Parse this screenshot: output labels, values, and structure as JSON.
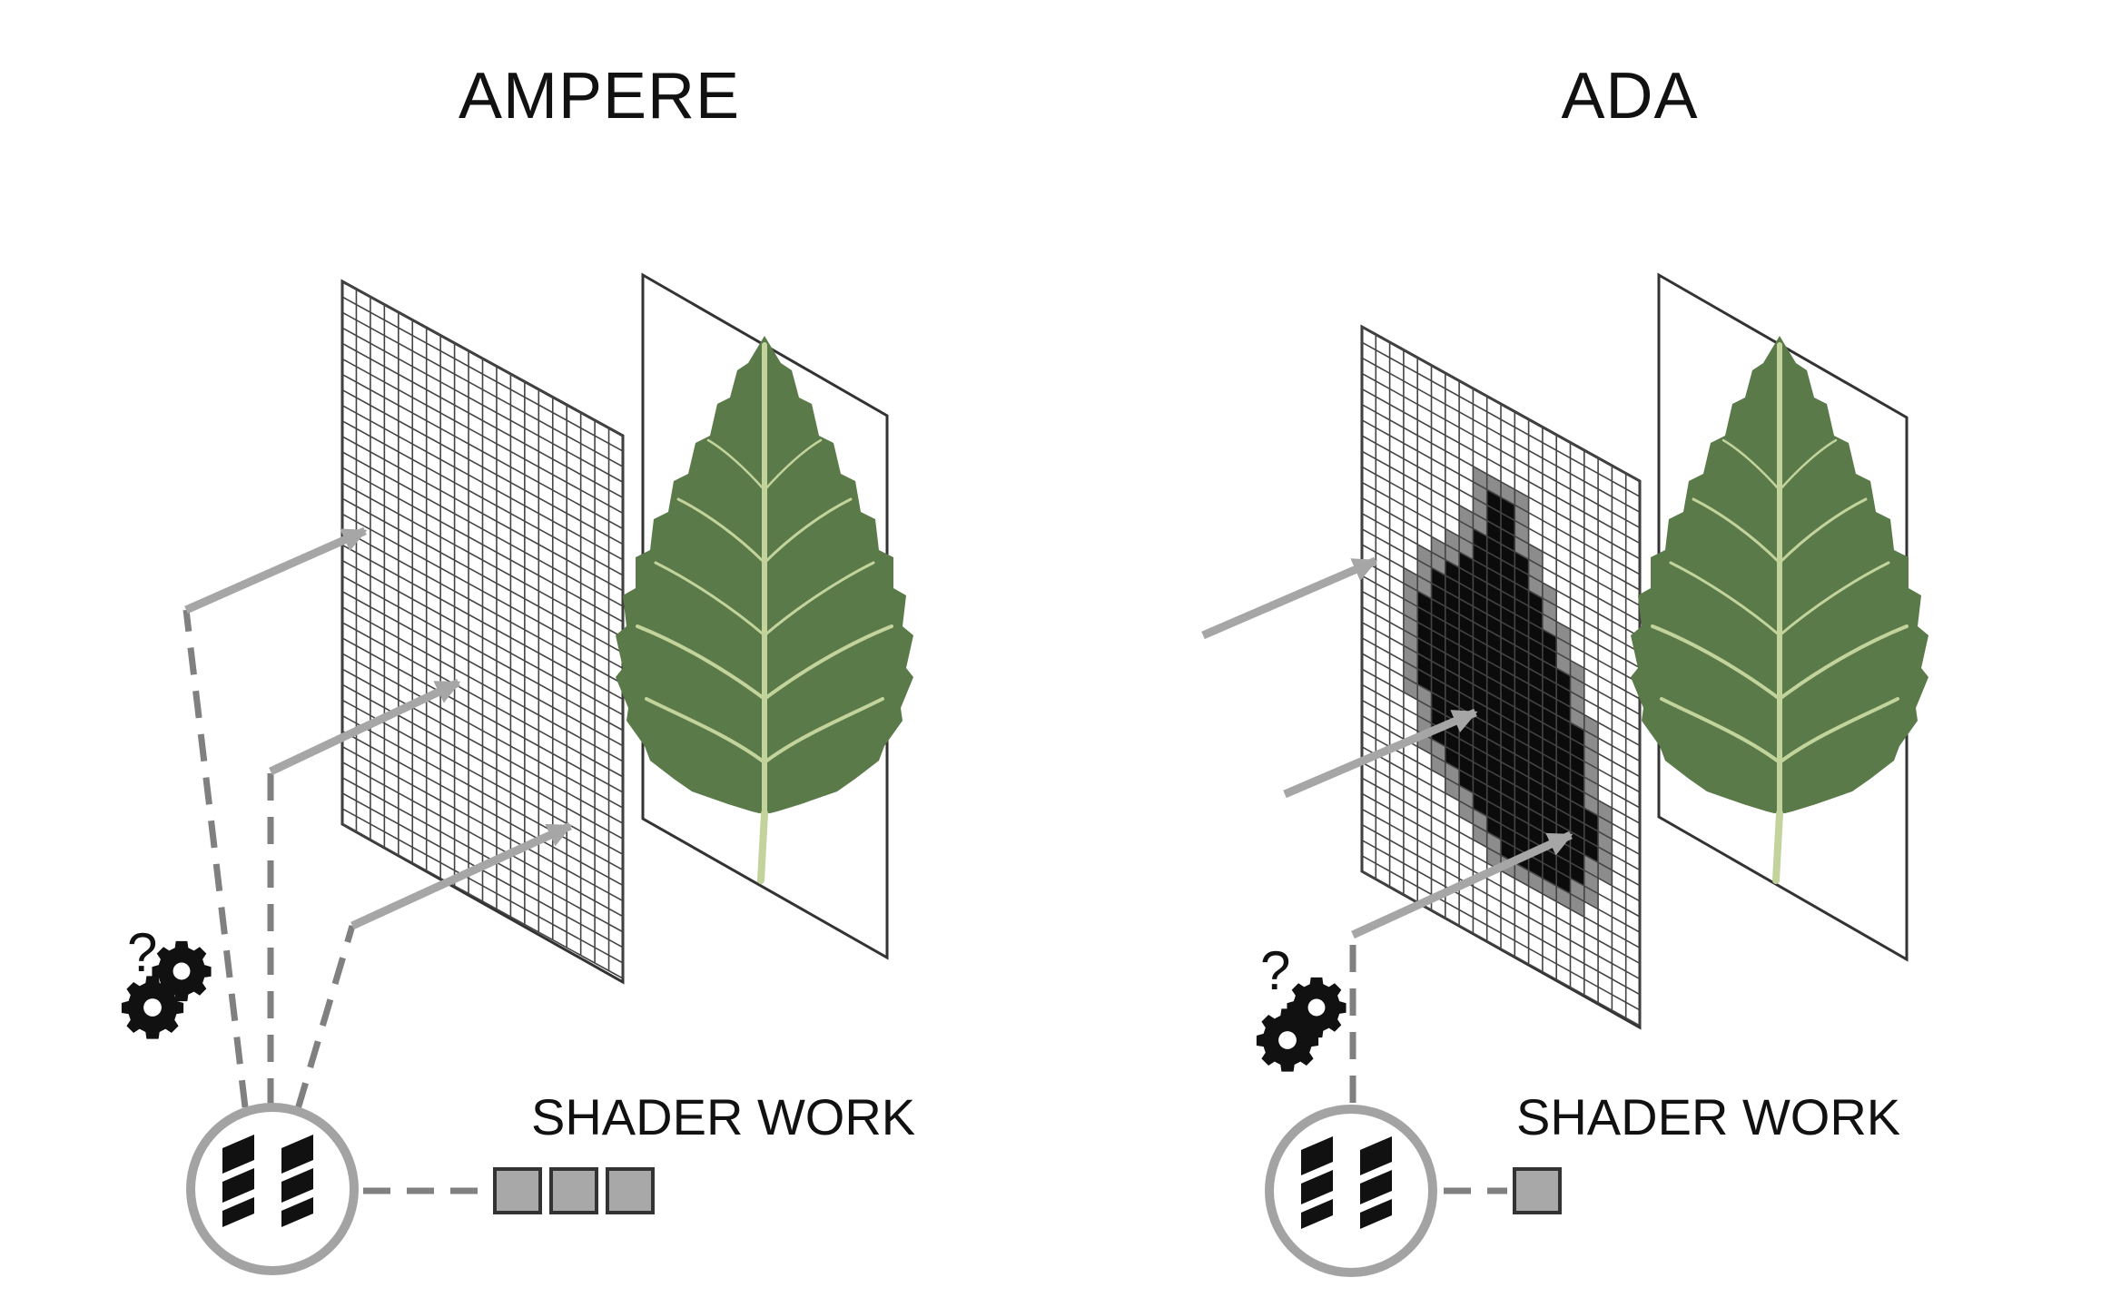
{
  "panels": [
    {
      "id": "ampere",
      "title": "AMPERE",
      "work_label": "SHADER WORK",
      "work_units": 3,
      "unknown_symbol": "?"
    },
    {
      "id": "ada",
      "title": "ADA",
      "work_label": "SHADER WORK",
      "work_units": 1,
      "unknown_symbol": "?"
    }
  ],
  "colors": {
    "grid_line": "#333333",
    "arrow": "#a6a6a6",
    "dashed_line": "#808080",
    "work_box": "#a8a8a8",
    "mask_black": "#0b0b0b",
    "mask_gray": "#8c8c8c",
    "leaf": "#5b7a4a",
    "leaf_vein": "#c3d39c",
    "processor_ring": "#a3a3a3"
  },
  "icons": [
    "gear-icon",
    "processor-icon",
    "leaf-image"
  ]
}
